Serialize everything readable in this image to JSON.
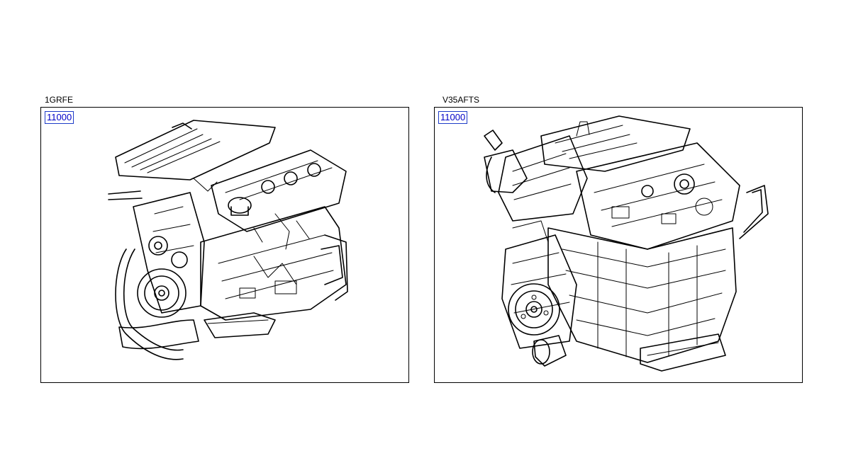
{
  "diagrams": [
    {
      "model": "1GRFE",
      "part_number": "11000",
      "drawing": "engine-assembly-line-drawing"
    },
    {
      "model": "V35AFTS",
      "part_number": "11000",
      "drawing": "engine-assembly-line-drawing"
    }
  ],
  "colors": {
    "frame_border": "#000000",
    "part_link_text": "#0000c8",
    "part_link_border": "#1e3cc8"
  }
}
